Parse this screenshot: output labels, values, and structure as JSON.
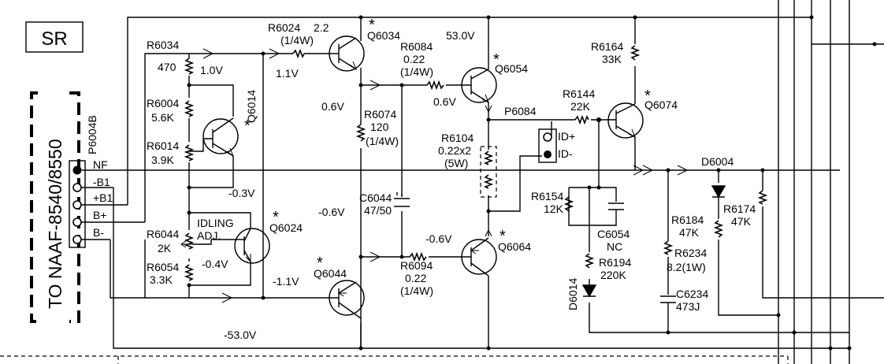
{
  "title": "SR",
  "connector_note": "TO NAAF-8540/8550",
  "connector": {
    "ref": "P6004B",
    "pins": [
      "NF",
      "-B1",
      "+B1",
      "B+",
      "B-"
    ]
  },
  "transistors": [
    {
      "ref": "Q6034",
      "mark": "*"
    },
    {
      "ref": "Q6014",
      "mark": "*"
    },
    {
      "ref": "Q6024",
      "mark": "*"
    },
    {
      "ref": "Q6044",
      "mark": "*"
    },
    {
      "ref": "Q6054",
      "mark": "*"
    },
    {
      "ref": "Q6064",
      "mark": "*"
    },
    {
      "ref": "Q6074",
      "mark": "*"
    }
  ],
  "resistors": [
    {
      "ref": "R6034",
      "value": "470"
    },
    {
      "ref": "R6004",
      "value": "5.6K"
    },
    {
      "ref": "R6014",
      "value": "3.9K"
    },
    {
      "ref": "R6044",
      "value": "2K"
    },
    {
      "ref": "R6054",
      "value": "3.3K"
    },
    {
      "ref": "R6024",
      "value": "2.2",
      "rating": "(1/4W)"
    },
    {
      "ref": "R6074",
      "value": "120",
      "rating": "(1/4W)"
    },
    {
      "ref": "R6084",
      "value": "0.22",
      "rating": "(1/4W)"
    },
    {
      "ref": "R6094",
      "value": "0.22",
      "rating": "(1/4W)"
    },
    {
      "ref": "R6104",
      "value": "0.22x2",
      "rating": "(5W)"
    },
    {
      "ref": "R6144",
      "value": "22K"
    },
    {
      "ref": "R6154",
      "value": "12K"
    },
    {
      "ref": "R6164",
      "value": "33K"
    },
    {
      "ref": "R6174",
      "value": "47K"
    },
    {
      "ref": "R6184",
      "value": "47K"
    },
    {
      "ref": "R6194",
      "value": "220K"
    },
    {
      "ref": "R6234",
      "value": "8.2(1W)"
    }
  ],
  "capacitors": [
    {
      "ref": "C6044",
      "value": "47/50"
    },
    {
      "ref": "C6054",
      "value": "NC"
    },
    {
      "ref": "C6234",
      "value": "473J"
    }
  ],
  "diodes": [
    {
      "ref": "D6004"
    },
    {
      "ref": "D6014"
    }
  ],
  "test_point": {
    "ref": "P6084",
    "pins": [
      "ID+",
      "ID-"
    ]
  },
  "idling_label": [
    "IDLING",
    "ADJ."
  ],
  "voltages": {
    "v1": "1.0V",
    "v2": "1.1V",
    "v3": "53.0V",
    "v4": "0.6V",
    "v5": "0.6V",
    "v6": "-0.3V",
    "v7": "-0.6V",
    "v8": "-0.4V",
    "v9": "-1.1V",
    "v10": "-0.6V",
    "v11": "-53.0V"
  }
}
